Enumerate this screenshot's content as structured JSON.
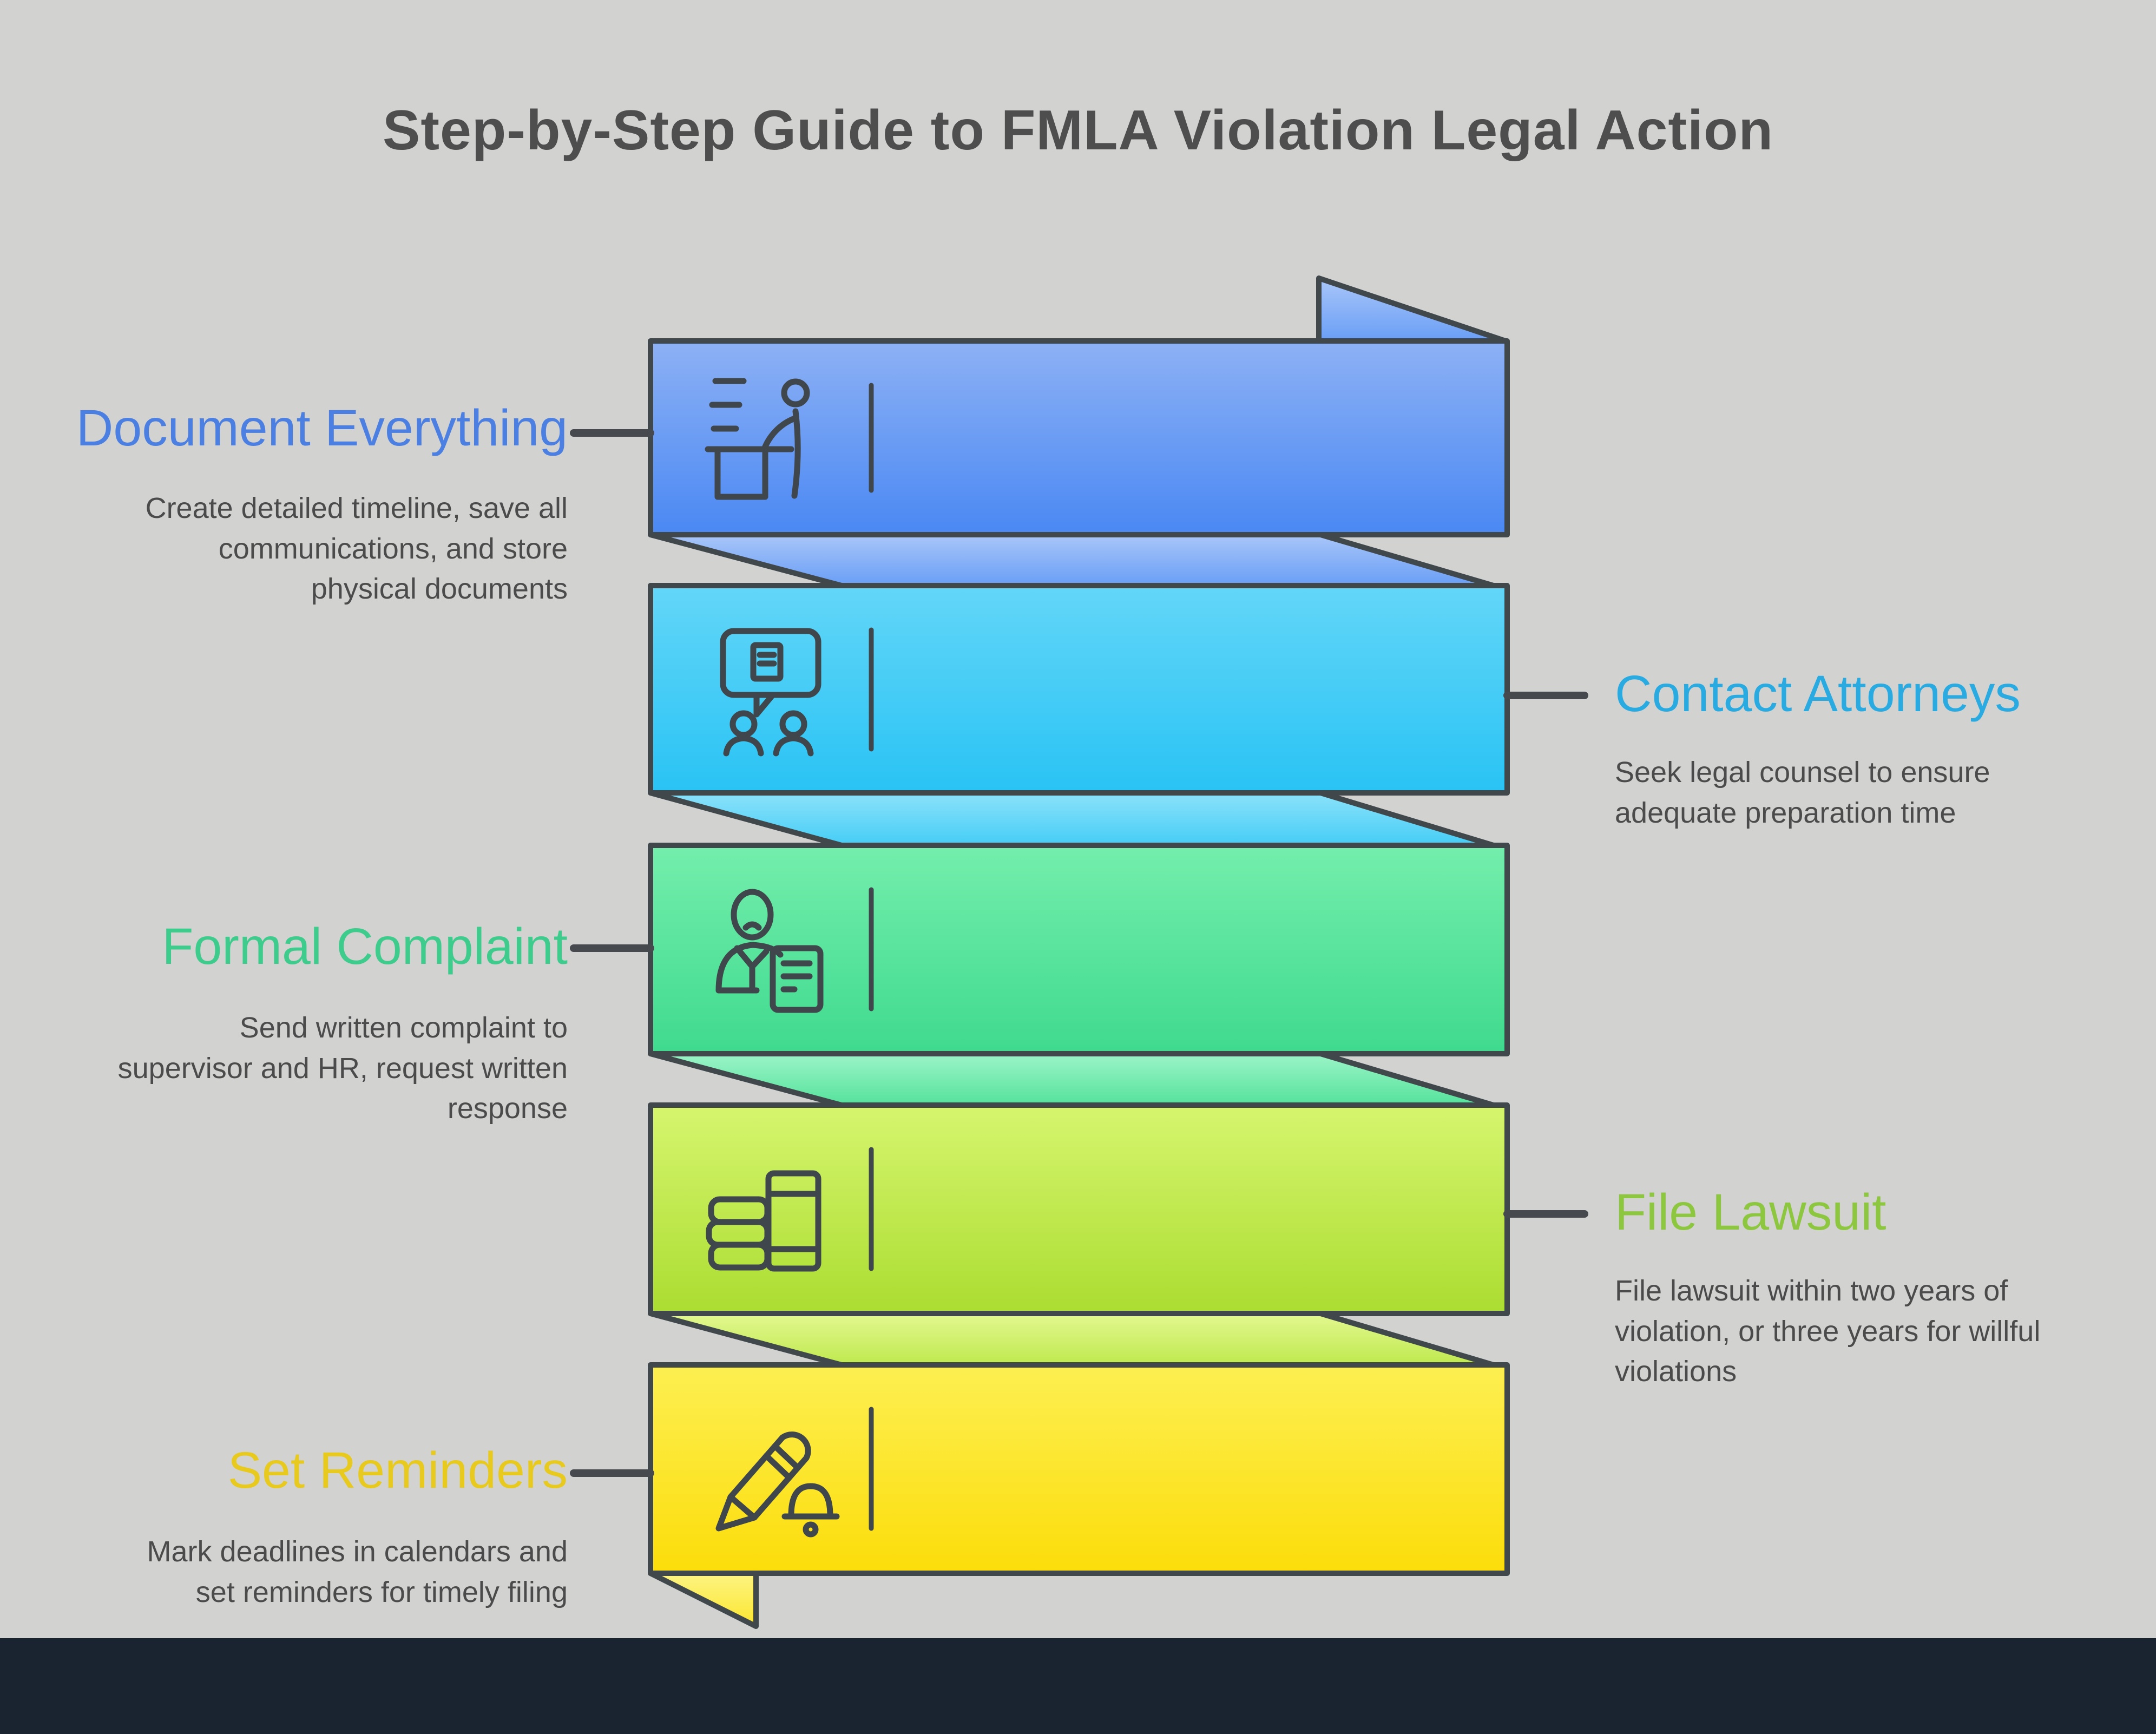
{
  "title": "Step-by-Step Guide to FMLA Violation Legal Action",
  "colors": {
    "bg": "#d2d2d1",
    "outline": "#41484c",
    "footer": "#1a2430",
    "title": "#4e4e4e",
    "desc": "#4b4b4b",
    "connector": "#46494d",
    "icon": "#3f474c"
  },
  "steps": [
    {
      "label": "Document Everything",
      "side": "left",
      "label_color": "#4b80e2",
      "banner_gradient": [
        "#8db1f5",
        "#4a88f3"
      ],
      "fold_gradient": [
        "#a9c6f8",
        "#699ef6"
      ],
      "icon": "podium-speaker-icon",
      "description": "Create detailed timeline, save all\ncommunications, and store\nphysical documents"
    },
    {
      "label": "Contact Attorneys",
      "side": "right",
      "label_color": "#29abe2",
      "banner_gradient": [
        "#63d6f8",
        "#29c3f4"
      ],
      "fold_gradient": [
        "#8ce2fa",
        "#45cdf6"
      ],
      "icon": "attorney-consultation-icon",
      "description": "Seek legal counsel to ensure\nadequate preparation time"
    },
    {
      "label": "Formal Complaint",
      "side": "left",
      "label_color": "#3ecc8d",
      "banner_gradient": [
        "#74eeac",
        "#3fda8e"
      ],
      "fold_gradient": [
        "#9cf4c8",
        "#55e29b"
      ],
      "icon": "complaint-document-icon",
      "description": "Send written complaint to\nsupervisor and HR, request written\nresponse"
    },
    {
      "label": "File Lawsuit",
      "side": "right",
      "label_color": "#8dc63f",
      "banner_gradient": [
        "#d6f56e",
        "#abdd31"
      ],
      "fold_gradient": [
        "#e3f890",
        "#bfe94e"
      ],
      "icon": "law-books-icon",
      "description": "File lawsuit within two years of\nviolation, or three years for willful\nviolations"
    },
    {
      "label": "Set Reminders",
      "side": "left",
      "label_color": "#e7ca1d",
      "banner_gradient": [
        "#fdef52",
        "#fcdd0a"
      ],
      "fold_gradient": [
        "#fdf483",
        "#fce62e"
      ],
      "icon": "pencil-bell-icon",
      "description": "Mark deadlines in calendars and\nset reminders for timely filing"
    }
  ]
}
